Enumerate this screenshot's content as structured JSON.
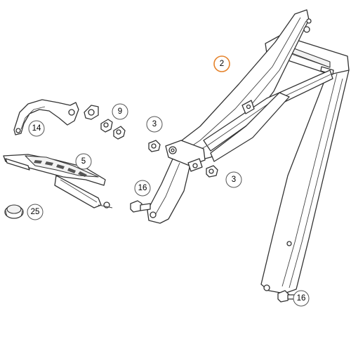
{
  "diagram": {
    "accent_color": "#e5822a",
    "line_color": "#333333",
    "callouts": [
      {
        "id": "c2",
        "label": "2",
        "highlighted": true
      },
      {
        "id": "c9",
        "label": "9",
        "highlighted": false
      },
      {
        "id": "c14",
        "label": "14",
        "highlighted": false
      },
      {
        "id": "c3a",
        "label": "3",
        "highlighted": false
      },
      {
        "id": "c5",
        "label": "5",
        "highlighted": false
      },
      {
        "id": "c3b",
        "label": "3",
        "highlighted": false
      },
      {
        "id": "c16a",
        "label": "16",
        "highlighted": false
      },
      {
        "id": "c25",
        "label": "25",
        "highlighted": false
      },
      {
        "id": "c16b",
        "label": "16",
        "highlighted": false
      }
    ],
    "parts": [
      {
        "name": "rear-subframe",
        "icon": "subframe-icon"
      },
      {
        "name": "seat-bracket",
        "icon": "bracket-icon"
      },
      {
        "name": "heat-shield-plate",
        "icon": "plate-icon"
      },
      {
        "name": "rubber-grommet",
        "icon": "grommet-icon"
      },
      {
        "name": "screw",
        "icon": "screw-icon"
      },
      {
        "name": "nut",
        "icon": "nut-icon"
      }
    ]
  }
}
